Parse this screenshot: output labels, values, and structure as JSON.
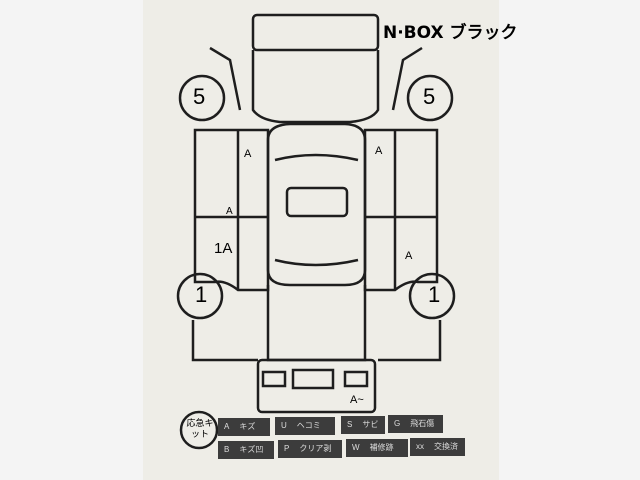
{
  "title": "N·BOX ブラック",
  "damage_marks": {
    "rear_left_wheel": "5",
    "rear_right_wheel": "5",
    "front_left_wheel": "1",
    "front_right_wheel": "1",
    "left_rear_door": "A",
    "left_center": "A",
    "left_front_door": "1A",
    "right_rear_door": "A",
    "right_front_door": "A",
    "front_bumper": "A~"
  },
  "stamp": "応急キット",
  "legend": [
    {
      "code": "A",
      "label": "キズ"
    },
    {
      "code": "U",
      "label": "ヘコミ"
    },
    {
      "code": "S",
      "label": "サビ"
    },
    {
      "code": "G",
      "label": "飛石傷"
    },
    {
      "code": "B",
      "label": "キズ凹"
    },
    {
      "code": "P",
      "label": "クリア剥"
    },
    {
      "code": "W",
      "label": "補修跡"
    },
    {
      "code": "xx",
      "label": "交換済"
    }
  ]
}
